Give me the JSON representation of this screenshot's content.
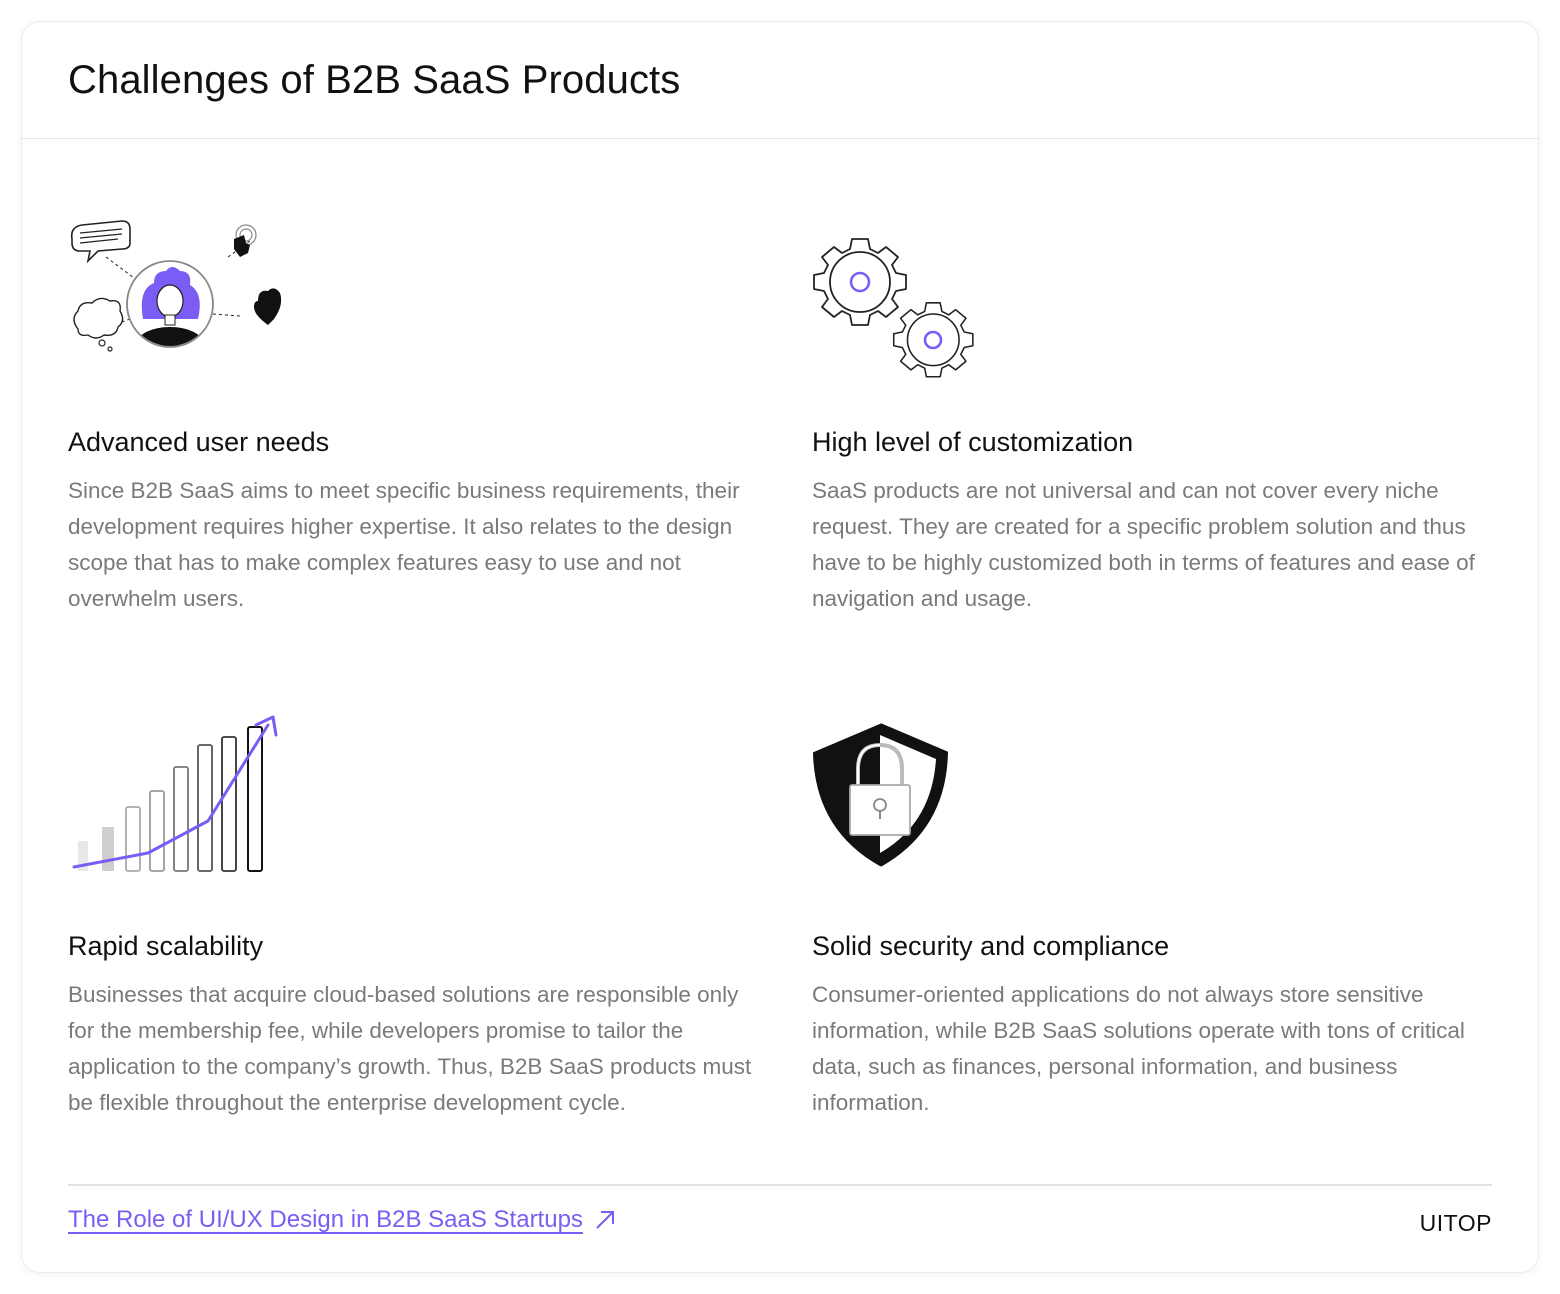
{
  "header": {
    "title": "Challenges of B2B SaaS Products"
  },
  "items": [
    {
      "title": "Advanced user needs",
      "body": "Since B2B SaaS aims to meet specific business requirements, their development requires higher expertise. It also relates to the design scope that has to make complex features easy to use and not overwhelm users.",
      "icon": "user-needs-icon"
    },
    {
      "title": "High level of customization",
      "body": "SaaS products are not universal and can not cover every niche request. They are created for a specific problem solution and thus have to be highly customized both in terms of features and ease of navigation and usage.",
      "icon": "gears-icon"
    },
    {
      "title": "Rapid scalability",
      "body": "Businesses that acquire cloud-based solutions are responsible only for the membership fee, while developers promise to tailor the application to the company’s growth. Thus, B2B SaaS products must be flexible throughout the enterprise development cycle.",
      "icon": "growth-chart-icon"
    },
    {
      "title": "Solid security and compliance",
      "body": "Consumer-oriented applications do not always store sensitive information, while B2B SaaS solutions operate with tons of critical data, such as finances, personal information, and business information.",
      "icon": "shield-lock-icon"
    }
  ],
  "footer": {
    "link_label": "The Role of UI/UX Design in B2B SaaS Startups",
    "brand": "UITOP"
  },
  "colors": {
    "accent": "#7b5cf5",
    "text": "#111111",
    "muted": "#7a7a7a"
  }
}
